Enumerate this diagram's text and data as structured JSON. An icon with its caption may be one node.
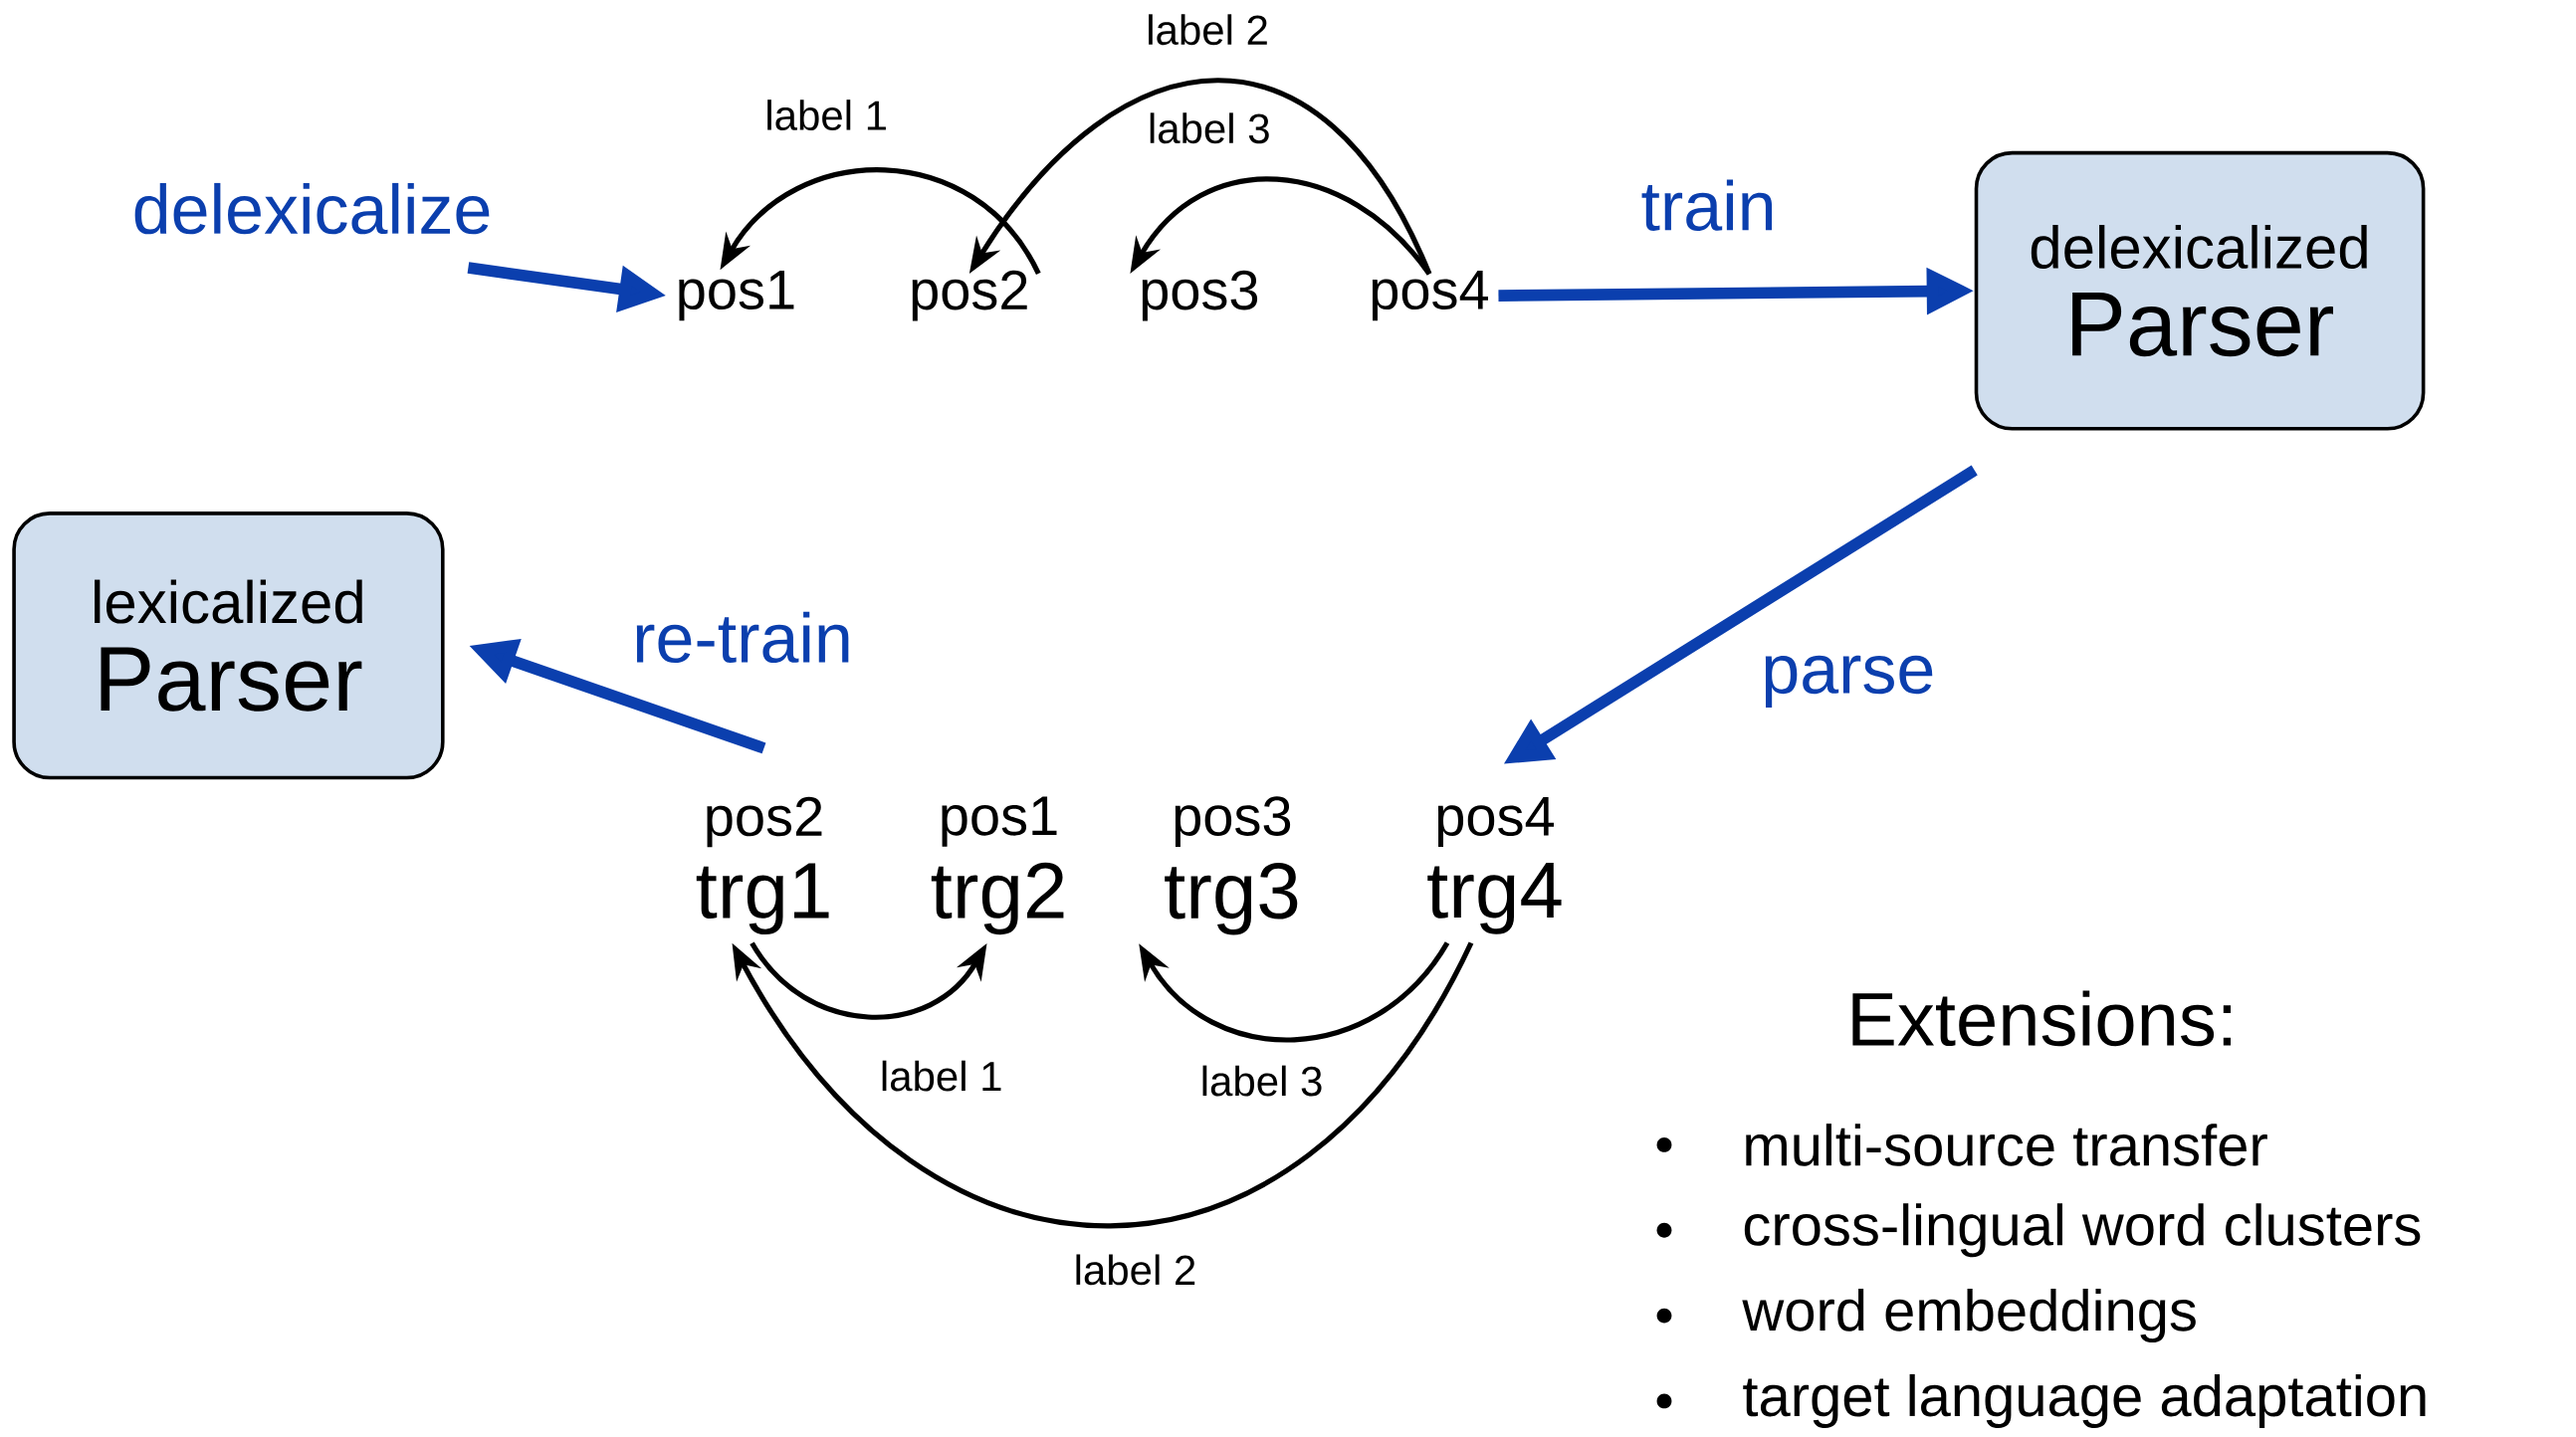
{
  "diagram": {
    "nodes": [
      {
        "text": [
          "pos1"
        ]
      },
      {
        "text": [
          "pos2"
        ]
      },
      {
        "text": [
          "pos3"
        ]
      },
      {
        "text": [
          "pos4"
        ]
      },
      {
        "text": [
          "delexicalized",
          "Parser"
        ]
      },
      {
        "text": [
          "lexicalized",
          "Parser"
        ]
      },
      {
        "text": [
          "pos2",
          "trg1"
        ]
      },
      {
        "text": [
          "pos1",
          "trg2"
        ]
      },
      {
        "text": [
          "pos3",
          "trg3"
        ]
      },
      {
        "text": [
          "pos4",
          "trg4"
        ]
      }
    ],
    "edges": [
      {
        "from": 1,
        "to": 0,
        "arrow": "to",
        "label": "label 1"
      },
      {
        "from": 3,
        "to": 1,
        "arrow": "to",
        "label": "label 2"
      },
      {
        "from": 3,
        "to": 2,
        "arrow": "to",
        "label": "label 3"
      },
      {
        "from": null,
        "to": 0,
        "arrow": "to",
        "label": "delexicalize",
        "style": "thick",
        "color": "#0b3fae"
      },
      {
        "from": 3,
        "to": 4,
        "arrow": "to",
        "label": "train",
        "style": "thick",
        "color": "#0b3fae"
      },
      {
        "from": 4,
        "to": 9,
        "arrow": "to",
        "label": "parse",
        "style": "thick",
        "color": "#0b3fae"
      },
      {
        "from": 6,
        "to": 5,
        "arrow": "to",
        "label": "re-train",
        "style": "thick",
        "color": "#0b3fae"
      },
      {
        "from": 6,
        "to": 7,
        "arrow": "to",
        "label": "label 1"
      },
      {
        "from": 9,
        "to": 6,
        "arrow": "to",
        "label": "label 2"
      },
      {
        "from": 9,
        "to": 8,
        "arrow": "to",
        "label": "label 3"
      }
    ],
    "labels": [
      "Extensions:",
      "multi-source transfer",
      "cross-lingual word clusters",
      "word embeddings",
      "target language adaptation"
    ]
  }
}
